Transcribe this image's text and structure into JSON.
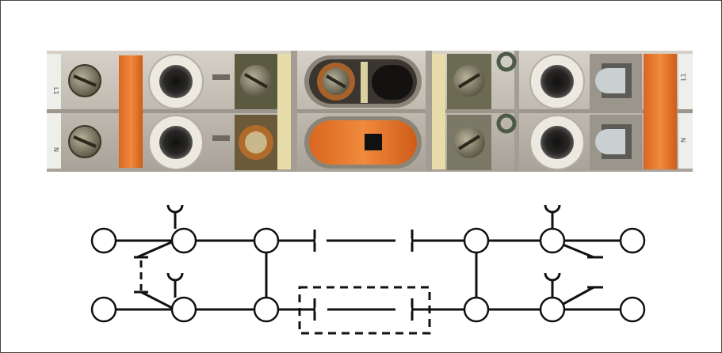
{
  "photo": {
    "description_icon": "terminal-block-photo-icon",
    "body_color": "#c9c4bb",
    "accent_color": "#e0742a",
    "cream_color": "#e6d9a6",
    "dark_color": "#1e1c1a",
    "gray_color": "#8f8b84",
    "side_labels": {
      "left_top": "L1",
      "left_bottom": "N",
      "right_top": "L1",
      "right_bottom": "N"
    }
  },
  "schematic": {
    "line_color": "#111111",
    "node_fill": "#ffffff"
  }
}
